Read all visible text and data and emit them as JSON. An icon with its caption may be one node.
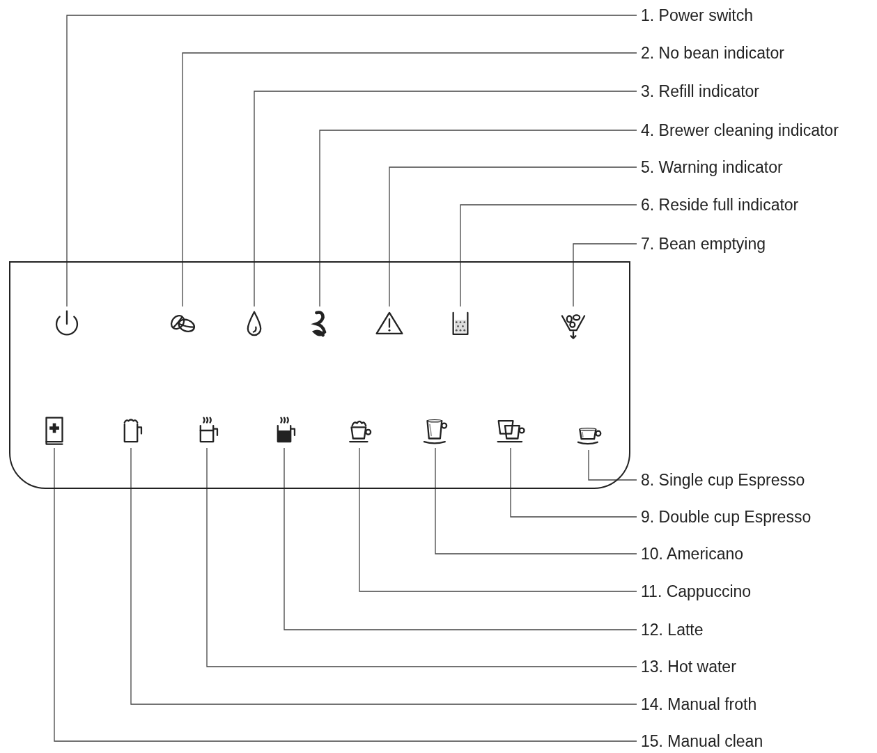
{
  "diagram": {
    "nodes": [
      {
        "text": [],
        "shape": "box"
      },
      {
        "text": [],
        "shape": "picture",
        "in": 0
      },
      {
        "text": [],
        "shape": "picture",
        "in": 0
      },
      {
        "text": [],
        "shape": "picture",
        "in": 0
      },
      {
        "text": [],
        "shape": "picture",
        "in": 0
      },
      {
        "text": [],
        "shape": "picture",
        "in": 0
      },
      {
        "text": [],
        "shape": "picture",
        "in": 0
      },
      {
        "text": [],
        "shape": "picture",
        "in": 0
      },
      {
        "text": [],
        "shape": "picture",
        "in": 0
      },
      {
        "text": [],
        "shape": "picture",
        "in": 0
      },
      {
        "text": [],
        "shape": "picture",
        "in": 0
      },
      {
        "text": [],
        "shape": "picture",
        "in": 0
      },
      {
        "text": [],
        "shape": "picture",
        "in": 0
      },
      {
        "text": [],
        "shape": "picture",
        "in": 0
      },
      {
        "text": [],
        "shape": "picture",
        "in": 0
      },
      {
        "text": [],
        "shape": "picture",
        "in": 0
      },
      {
        "text": [
          "1. Power switch"
        ]
      },
      {
        "text": [
          "2. No bean indicator"
        ]
      },
      {
        "text": [
          "3. Refill indicator"
        ]
      },
      {
        "text": [
          "4. Brewer cleaning indicator"
        ]
      },
      {
        "text": [
          "5. Warning indicator"
        ]
      },
      {
        "text": [
          "6. Reside full indicator"
        ]
      },
      {
        "text": [
          "7. Bean emptying"
        ]
      },
      {
        "text": [
          "8. Single cup Espresso"
        ]
      },
      {
        "text": [
          "9. Double cup Espresso"
        ]
      },
      {
        "text": [
          "10. Americano"
        ]
      },
      {
        "text": [
          "11. Cappuccino"
        ]
      },
      {
        "text": [
          "12. Latte"
        ]
      },
      {
        "text": [
          "13. Hot water"
        ]
      },
      {
        "text": [
          "14. Manual froth"
        ]
      },
      {
        "text": [
          "15. Manual clean"
        ]
      }
    ],
    "edges": [
      {
        "from": 16,
        "to": 1,
        "arrow": "none"
      },
      {
        "from": 17,
        "to": 2,
        "arrow": "none"
      },
      {
        "from": 18,
        "to": 3,
        "arrow": "none"
      },
      {
        "from": 19,
        "to": 4,
        "arrow": "none"
      },
      {
        "from": 20,
        "to": 5,
        "arrow": "none"
      },
      {
        "from": 21,
        "to": 6,
        "arrow": "none"
      },
      {
        "from": 22,
        "to": 7,
        "arrow": "none"
      },
      {
        "from": 23,
        "to": 15,
        "arrow": "none"
      },
      {
        "from": 24,
        "to": 14,
        "arrow": "none"
      },
      {
        "from": 25,
        "to": 13,
        "arrow": "none"
      },
      {
        "from": 26,
        "to": 12,
        "arrow": "none"
      },
      {
        "from": 27,
        "to": 11,
        "arrow": "none"
      },
      {
        "from": 28,
        "to": 10,
        "arrow": "none"
      },
      {
        "from": 29,
        "to": 9,
        "arrow": "none"
      },
      {
        "from": 30,
        "to": 8,
        "arrow": "none"
      }
    ]
  }
}
